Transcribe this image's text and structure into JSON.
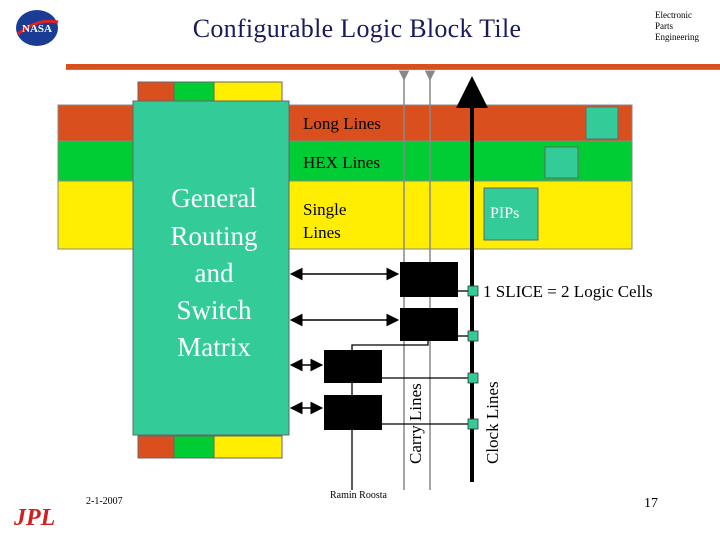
{
  "header": {
    "title": "Configurable Logic Block Tile",
    "corner_line1": "Electronic",
    "corner_line2": "Parts",
    "corner_line3": "Engineering",
    "nasa_logo": "NASA",
    "jpl_logo": "JPL"
  },
  "diagram": {
    "long_lines": "Long Lines",
    "hex_lines": "HEX Lines",
    "single_lines_1": "Single",
    "single_lines_2": "Lines",
    "pips": "PIPs",
    "matrix_1": "General",
    "matrix_2": "Routing",
    "matrix_3": "and",
    "matrix_4": "Switch",
    "matrix_5": "Matrix",
    "slice_label": "1 SLICE = 2 Logic Cells",
    "carry_lines": "Carry Lines",
    "clock_lines": "Clock Lines"
  },
  "footer": {
    "date": "2-1-2007",
    "author": "Ramin Roosta",
    "page": "17"
  },
  "colors": {
    "orange": "#d9501e",
    "green": "#00cc33",
    "yellow": "#ffee00",
    "teal": "#33cc99",
    "title": "#1a1a5e"
  }
}
